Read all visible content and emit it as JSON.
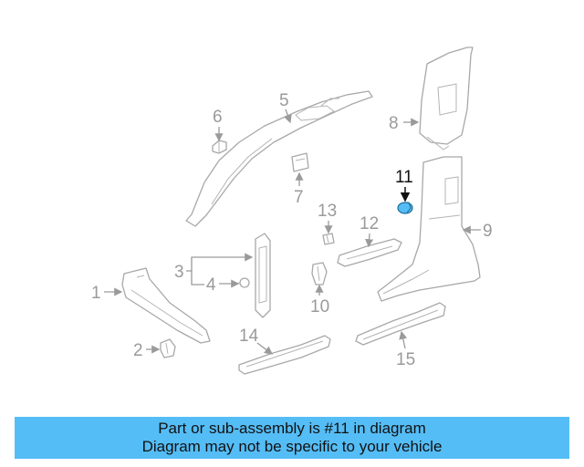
{
  "diagram": {
    "highlight_color": "#55bdf6",
    "callouts": {
      "c1": "1",
      "c2": "2",
      "c3": "3",
      "c4": "4",
      "c5": "5",
      "c6": "6",
      "c7": "7",
      "c8": "8",
      "c9": "9",
      "c10": "10",
      "c11": "11",
      "c12": "12",
      "c13": "13",
      "c14": "14",
      "c15": "15"
    },
    "highlighted_part": "11"
  },
  "banner": {
    "line1": "Part or sub-assembly is #11 in diagram",
    "line2": "Diagram may not be specific to your vehicle",
    "background": "#55bdf6"
  }
}
